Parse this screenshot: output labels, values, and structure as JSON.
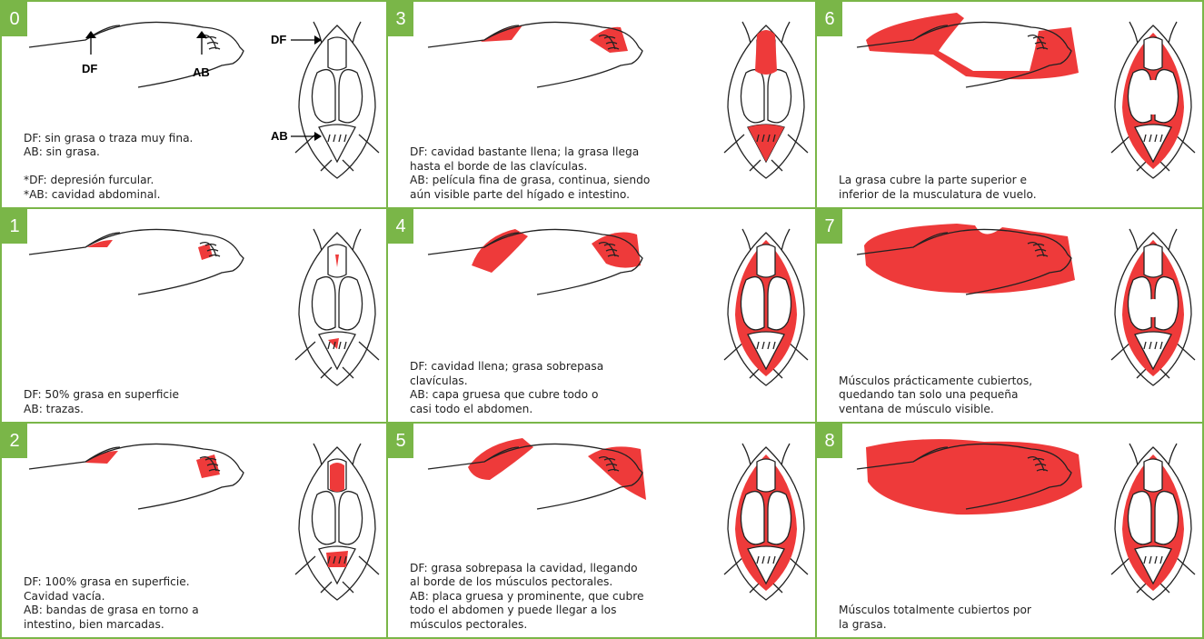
{
  "colors": {
    "border": "#7ab648",
    "fat": "#ee3a3a",
    "line": "#222222"
  },
  "labels": {
    "df": "DF",
    "ab": "AB"
  },
  "panels": [
    {
      "number": "0",
      "lines": [
        "DF: sin grasa o traza muy fina.",
        "AB: sin grasa.",
        "",
        "*DF: depresión furcular.",
        "*AB: cavidad abdominal."
      ]
    },
    {
      "number": "1",
      "lines": [
        "DF: 50% grasa en superficie",
        "AB: trazas."
      ]
    },
    {
      "number": "2",
      "lines": [
        "DF: 100% grasa en superficie.",
        "Cavidad vacía.",
        "AB: bandas de grasa en torno a",
        "intestino, bien marcadas."
      ]
    },
    {
      "number": "3",
      "lines": [
        "DF: cavidad bastante llena; la grasa llega",
        "hasta el borde de las clavículas.",
        "AB: película fina de grasa, continua, siendo",
        "aún visible parte del hígado e intestino."
      ]
    },
    {
      "number": "4",
      "lines": [
        "DF: cavidad llena; grasa sobrepasa",
        "clavículas.",
        "AB: capa gruesa que cubre todo o",
        "casi todo el abdomen."
      ]
    },
    {
      "number": "5",
      "lines": [
        "DF: grasa sobrepasa la cavidad, llegando",
        "al borde de los músculos pectorales.",
        "AB: placa gruesa y prominente, que cubre",
        "todo el abdomen y puede llegar a los",
        "músculos pectorales."
      ]
    },
    {
      "number": "6",
      "lines": [
        "La grasa cubre la parte superior e",
        "inferior de la musculatura de vuelo."
      ]
    },
    {
      "number": "7",
      "lines": [
        "Músculos prácticamente cubiertos,",
        "quedando tan solo una pequeña",
        "ventana de músculo visible."
      ]
    },
    {
      "number": "8",
      "lines": [
        "Músculos totalmente cubiertos por",
        "la grasa."
      ]
    }
  ]
}
